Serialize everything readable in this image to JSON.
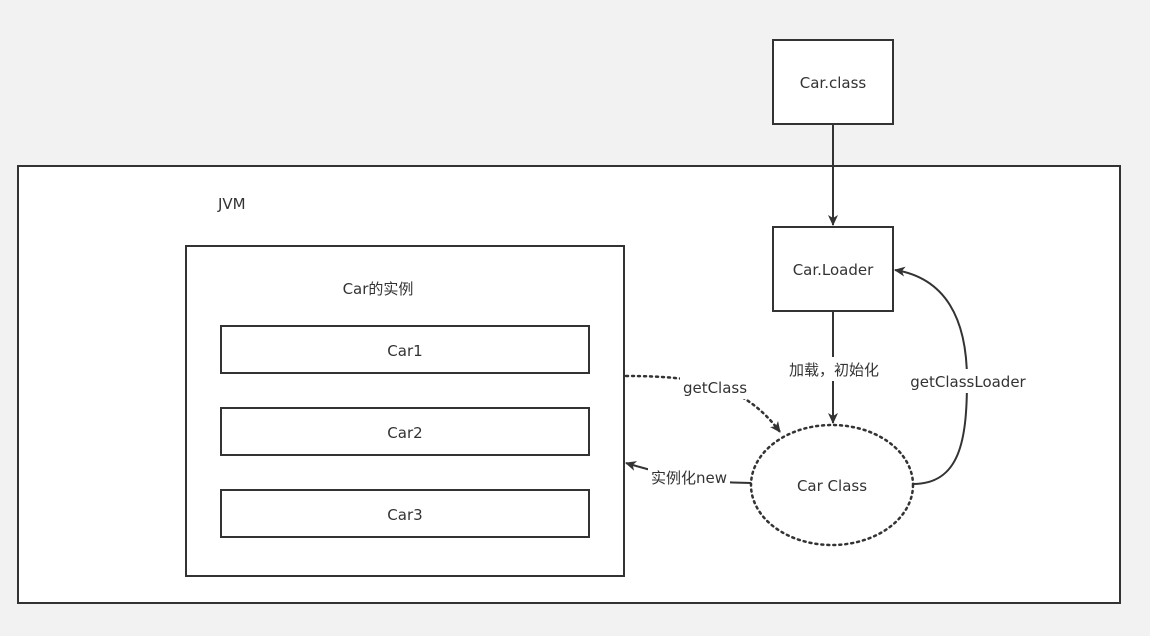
{
  "colors": {
    "background": "#f2f2f2",
    "panel": "#ffffff",
    "stroke": "#333333",
    "text": "#333333"
  },
  "nodes": {
    "car_class_file": "Car.class",
    "jvm": "JVM",
    "car_loader": "Car.Loader",
    "instances_group": "Car的实例",
    "car1": "Car1",
    "car2": "Car2",
    "car3": "Car3",
    "car_class": "Car Class"
  },
  "edges": {
    "load_init": "加载，初始化",
    "get_class": "getClass",
    "get_class_loader": "getClassLoader",
    "instantiate_new": "实例化new"
  }
}
